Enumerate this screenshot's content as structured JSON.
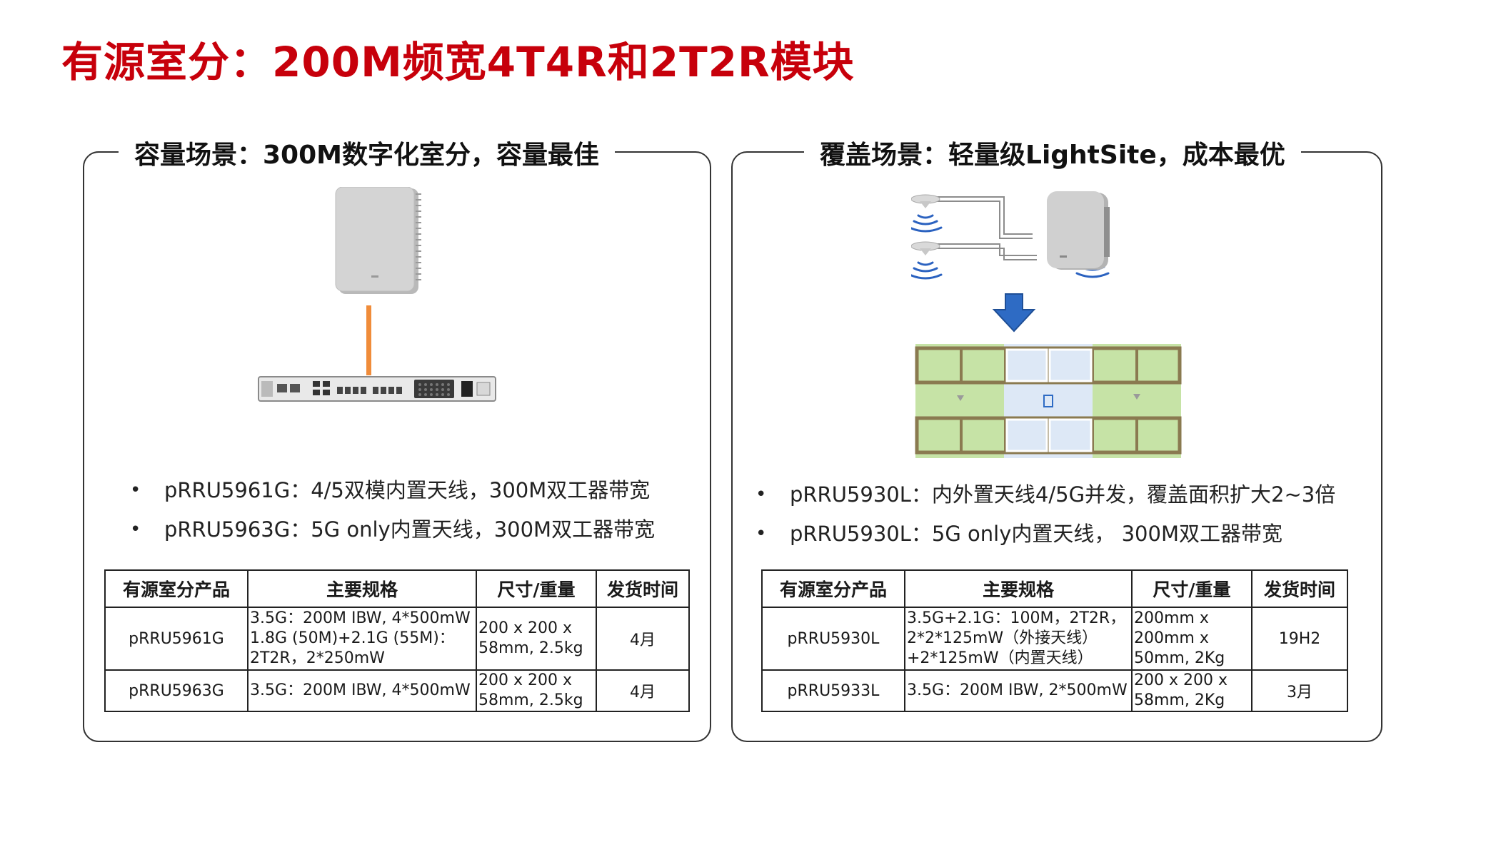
{
  "title": "有源室分：200M频宽4T4R和2T2R模块",
  "left_panel": {
    "heading": "容量场景：300M数字化室分，容量最佳",
    "bullets": [
      "pRRU5961G：4/5双模内置天线，300M双工器带宽",
      "pRRU5963G：5G only内置天线，300M双工器带宽"
    ],
    "table": {
      "headers": [
        "有源室分产品",
        "主要规格",
        "尺寸/重量",
        "发货时间"
      ],
      "rows": [
        [
          "pRRU5961G",
          "3.5G：200M IBW, 4*500mW\n1.8G (50M)+2.1G (55M)：\n2T2R，2*250mW",
          "200 x 200 x\n58mm, 2.5kg",
          "4月"
        ],
        [
          "pRRU5963G",
          "3.5G：200M IBW, 4*500mW",
          "200 x 200 x\n58mm, 2.5kg",
          "4月"
        ]
      ]
    }
  },
  "right_panel": {
    "heading": "覆盖场景：轻量级LightSite，成本最优",
    "bullets": [
      "pRRU5930L：内外置天线4/5G并发，覆盖面积扩大2~3倍",
      "pRRU5930L：5G only内置天线， 300M双工器带宽"
    ],
    "table": {
      "headers": [
        "有源室分产品",
        "主要规格",
        "尺寸/重量",
        "发货时间"
      ],
      "rows": [
        [
          "pRRU5930L",
          "3.5G+2.1G：100M，2T2R，\n2*2*125mW（外接天线）\n+2*125mW（内置天线）",
          "200mm x\n200mm x\n50mm, 2Kg",
          "19H2"
        ],
        [
          "pRRU5933L",
          "3.5G：200M IBW, 2*500mW",
          "200 x 200 x\n58mm, 2Kg",
          "3月"
        ]
      ]
    }
  },
  "colors": {
    "title_red": "#c7000b",
    "cable_orange": "#f08c3a",
    "arrow_blue": "#2e6bc4",
    "floor_green": "#c6e3a6",
    "floor_blue": "#dde8f6",
    "wave_blue": "#2b62c0"
  }
}
